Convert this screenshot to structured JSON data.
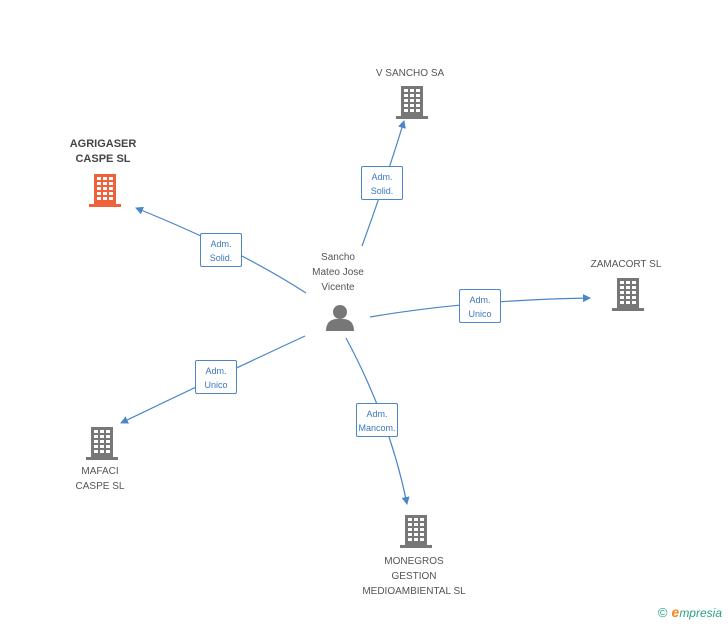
{
  "center": {
    "name_lines": [
      "Sancho",
      "Mateo Jose",
      "Vicente"
    ],
    "icon": "person-icon"
  },
  "companies": [
    {
      "id": "v-sancho",
      "name_lines": [
        "V SANCHO SA"
      ],
      "color": "#777777",
      "icon": "building-icon"
    },
    {
      "id": "agrigaser",
      "name_lines": [
        "AGRIGASER",
        "CASPE SL"
      ],
      "color": "#f0603a",
      "icon": "building-icon",
      "highlight": true
    },
    {
      "id": "zamacort",
      "name_lines": [
        "ZAMACORT SL"
      ],
      "color": "#777777",
      "icon": "building-icon"
    },
    {
      "id": "mafaci",
      "name_lines": [
        "MAFACI",
        "CASPE SL"
      ],
      "color": "#777777",
      "icon": "building-icon"
    },
    {
      "id": "monegros",
      "name_lines": [
        "MONEGROS",
        "GESTION",
        "MEDIOAMBIENTAL SL"
      ],
      "color": "#777777",
      "icon": "building-icon"
    }
  ],
  "edges": [
    {
      "to": "v-sancho",
      "role_lines": [
        "Adm.",
        "Solid."
      ]
    },
    {
      "to": "agrigaser",
      "role_lines": [
        "Adm.",
        "Solid."
      ]
    },
    {
      "to": "zamacort",
      "role_lines": [
        "Adm.",
        "Unico"
      ]
    },
    {
      "to": "mafaci",
      "role_lines": [
        "Adm.",
        "Unico"
      ]
    },
    {
      "to": "monegros",
      "role_lines": [
        "Adm.",
        "Mancom."
      ]
    }
  ],
  "colors": {
    "edge": "#4a86c8",
    "person": "#777777"
  },
  "footer": {
    "copyright": "©",
    "brand_initial": "e",
    "brand_rest": "mpresia"
  }
}
